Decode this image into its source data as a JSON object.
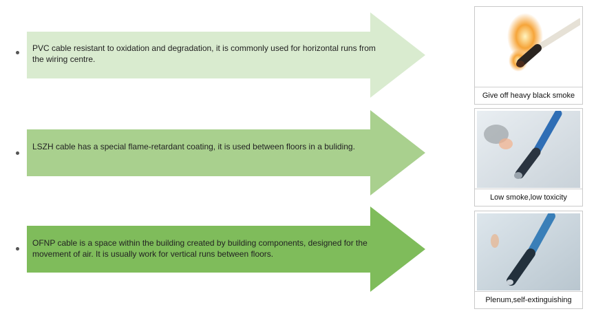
{
  "rows": [
    {
      "text": "PVC cable resistant to oxidation and degradation, it is commonly used for horizontal runs from the wiring centre.",
      "color": "#d9ebcf",
      "caption": "Give off heavy black smoke"
    },
    {
      "text": "LSZH cable has a special flame-retardant coating, it is used between floors in a buliding.",
      "color": "#a9d08e",
      "caption": "Low smoke,low toxicity"
    },
    {
      "text": "OFNP cable is a space within the building created by building components, designed for the movement of air. It is usually work for vertical runs between floors.",
      "color": "#7fbc5b",
      "caption": "Plenum,self-extinguishing"
    }
  ]
}
